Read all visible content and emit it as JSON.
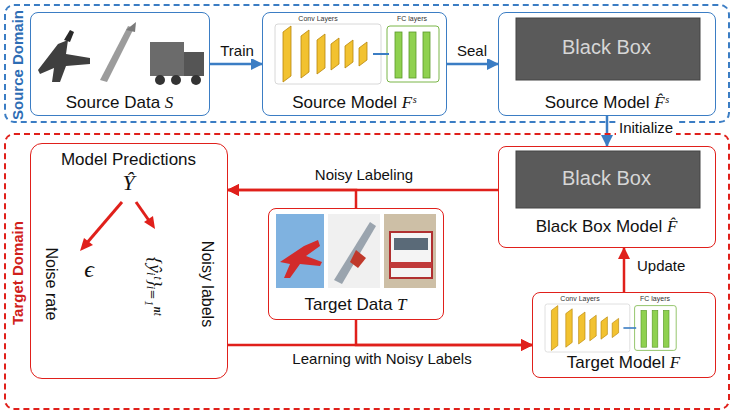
{
  "diagram": {
    "nodes": [
      {
        "text": [
          "Source Domain"
        ]
      },
      {
        "text": [
          "Source Data S"
        ],
        "in": 0
      },
      {
        "text": [
          "Source Model Fˢ"
        ],
        "in": 0
      },
      {
        "text": [
          "Black Box",
          "Source Model F̂ˢ"
        ],
        "in": 0
      },
      {
        "text": [
          "Target Domain"
        ]
      },
      {
        "text": [
          "Model Predictions",
          "Ŷ",
          "Noise rate",
          "ϵ",
          "{ŷᵢᵗ}ᵢ₌₁ⁿᵗ",
          "Noisy labels"
        ],
        "in": 4
      },
      {
        "text": [
          "Target Data T"
        ],
        "in": 4
      },
      {
        "text": [
          "Black Box",
          "Black Box Model F̂"
        ],
        "in": 4
      },
      {
        "text": [
          "Target Model F"
        ],
        "in": 4
      }
    ],
    "edges": [
      {
        "from": 1,
        "to": 2,
        "label": "Train",
        "arrow": "to"
      },
      {
        "from": 2,
        "to": 3,
        "label": "Seal",
        "arrow": "to"
      },
      {
        "from": 3,
        "to": 7,
        "label": "Initialize",
        "arrow": "to"
      },
      {
        "from": 7,
        "to": 5,
        "label": "Noisy Labeling",
        "arrow": "to"
      },
      {
        "from": 6,
        "to": 5,
        "arrow": "to"
      },
      {
        "from": 6,
        "to": 8,
        "arrow": "to"
      },
      {
        "from": 5,
        "to": 8,
        "label": "Learning with Noisy Labels",
        "arrow": "to"
      },
      {
        "from": 8,
        "to": 7,
        "label": "Update",
        "arrow": "to"
      }
    ],
    "labels": [
      "Conv Layers",
      "FC layers",
      "Conv Layers",
      "FC layers"
    ]
  }
}
